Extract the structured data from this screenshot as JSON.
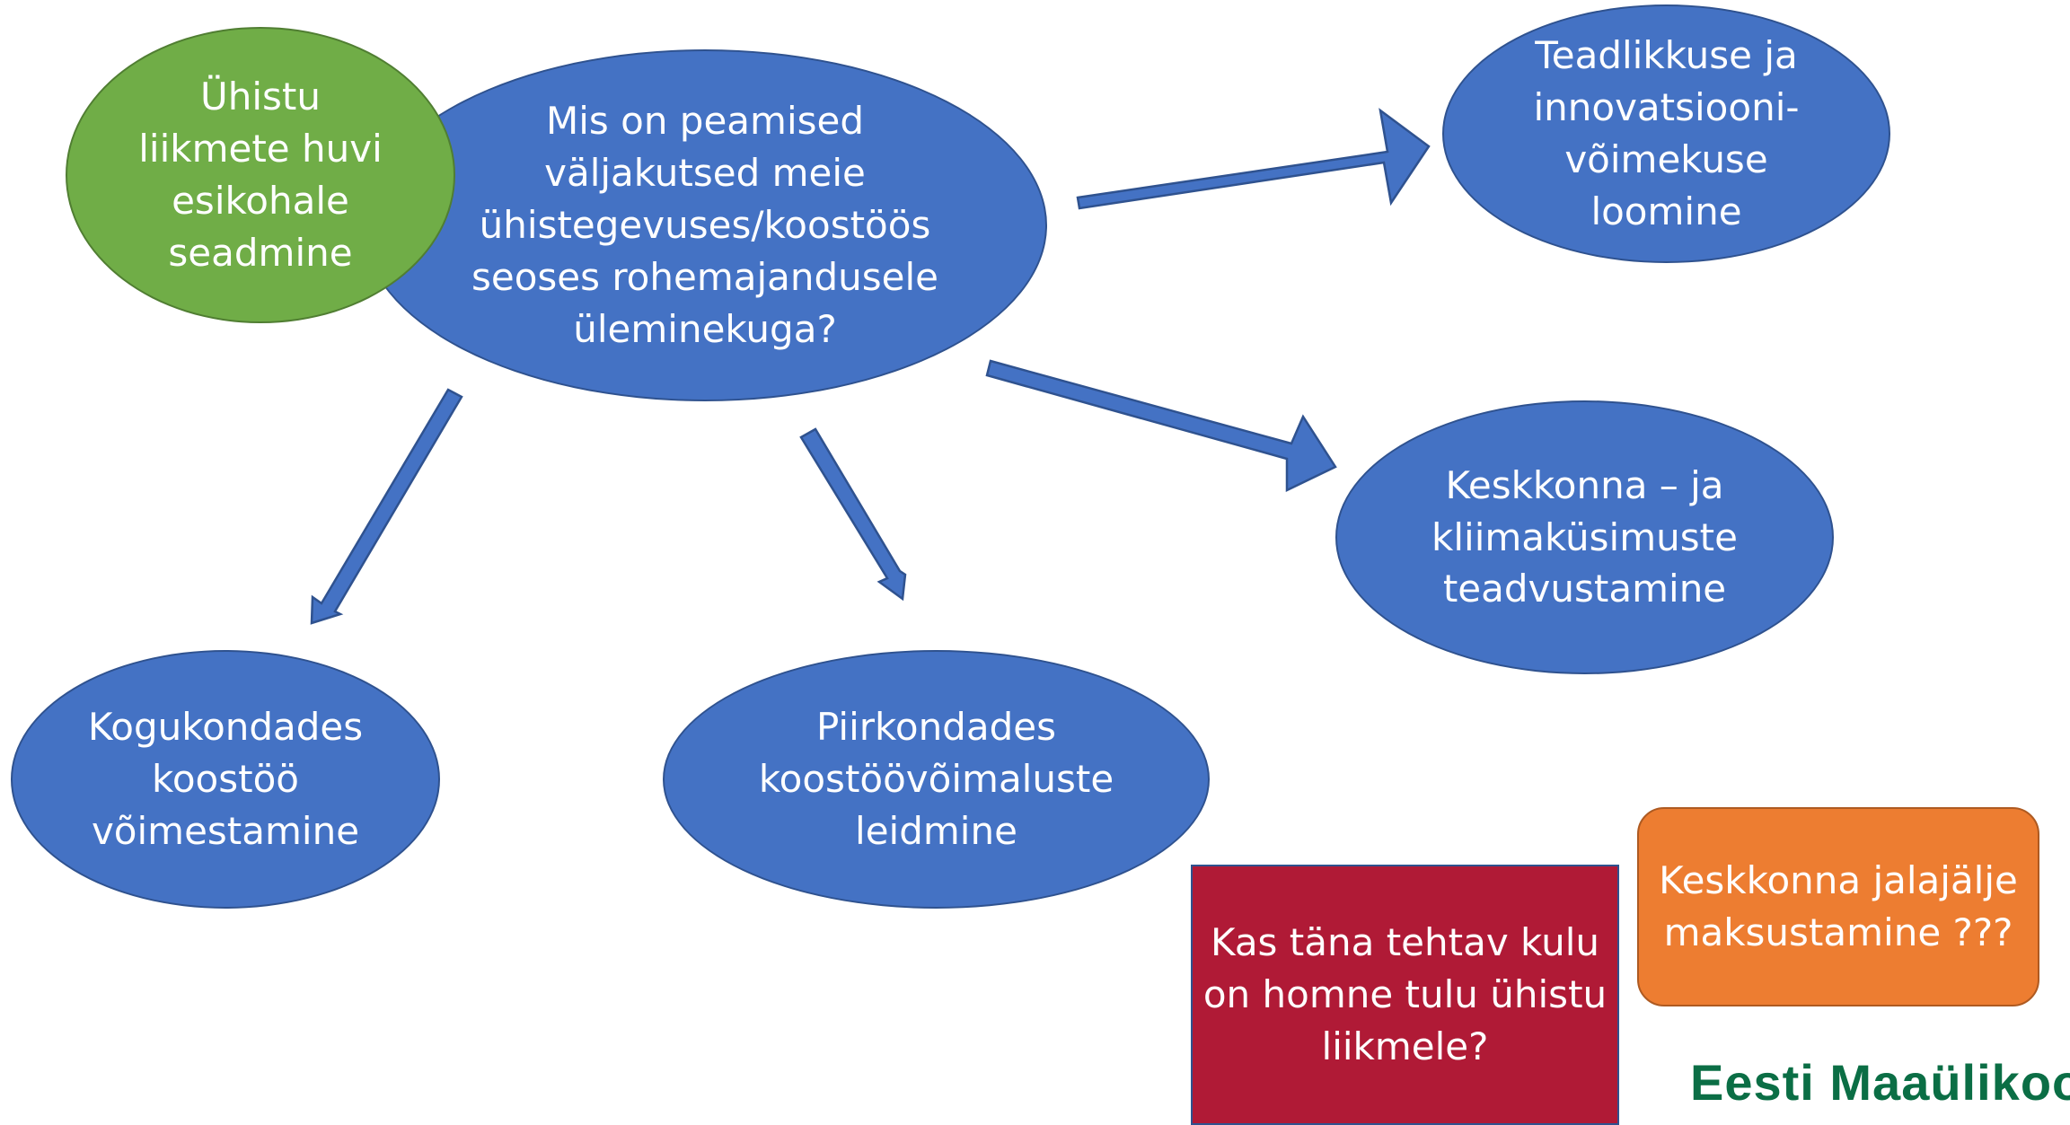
{
  "colors": {
    "blue": "#4472c4",
    "blue_border": "#2f528f",
    "green": "#70ad47",
    "green_border": "#507e32",
    "red": "#b01a36",
    "orange": "#ed7d31",
    "logo_green": "#0b6e45"
  },
  "diagram": {
    "central_question": "Mis on peamised\nväljakutsed meie\nühistegevuses/koostöös\nseoses rohemajandusele\nüleminekuga?",
    "member_interest": "Ühistu\nliikmete huvi\nesikohale\nseadmine",
    "awareness_innovation": "Teadlikkuse ja\ninnovatsiooni-\nvõimekuse\nloomine",
    "environment_climate": "Keskkonna – ja\nkliimaküsimuste\nteadvustamine",
    "community_cooperation": "Kogukondades\nkoostöö\nvõimestamine",
    "regional_cooperation": "Piirkondades\nkoostöövõimaluste\nleidmine",
    "cost_question": "Kas täna tehtav kulu\non homne tulu ühistu\nliikmele?",
    "footprint_taxation": "Keskkonna jalajälje\nmaksustamine ???"
  },
  "logo": {
    "text": "Eesti Maaülikool"
  }
}
